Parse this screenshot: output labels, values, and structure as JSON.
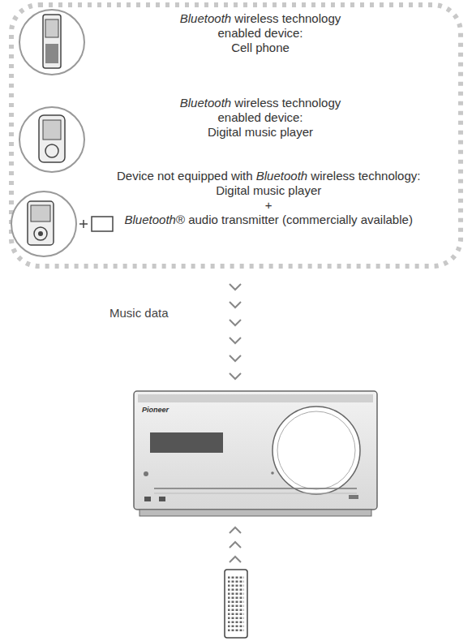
{
  "diagram": {
    "nodes": [
      {
        "text": [
          "Bluetooth wireless technology enabled device: Cell phone",
          "Bluetooth wireless technology enabled device: Digital music player",
          "Device not equipped with Bluetooth wireless technology: Digital music player + Bluetooth® audio transmitter (commercially available)"
        ]
      }
    ],
    "labels": [
      "Music data",
      "Pioneer"
    ]
  }
}
